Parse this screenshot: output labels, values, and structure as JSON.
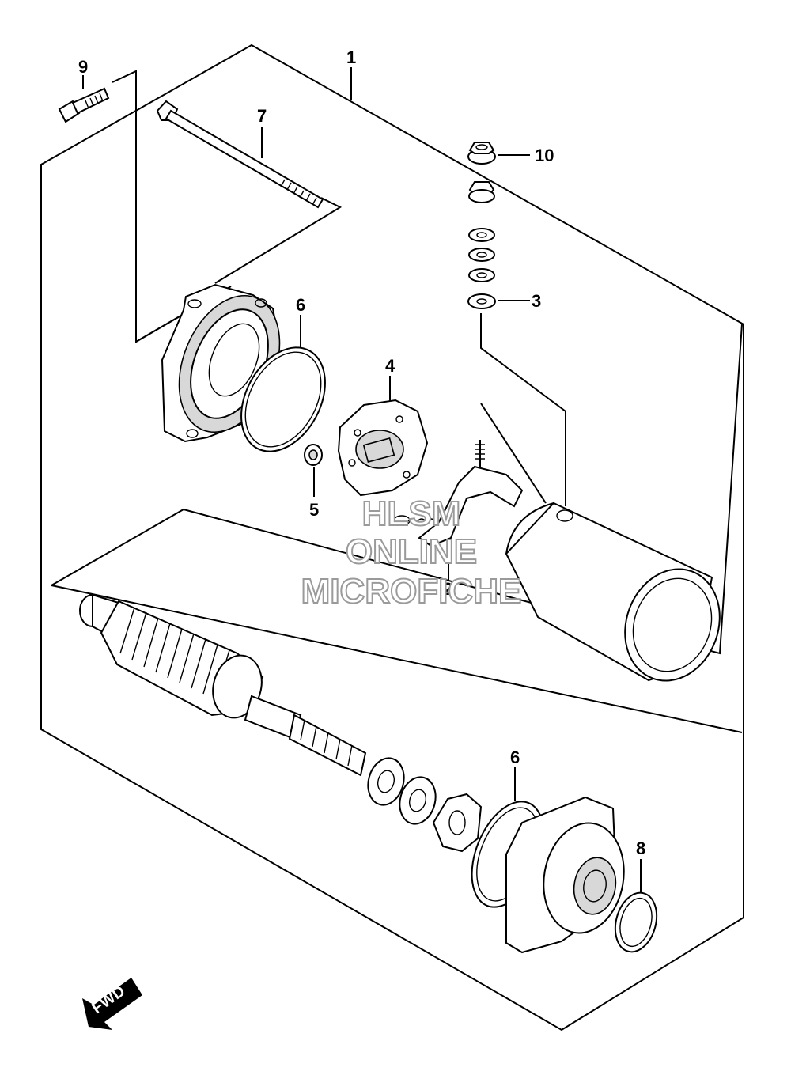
{
  "callouts": [
    {
      "id": "1",
      "label": "1"
    },
    {
      "id": "2",
      "label": "2"
    },
    {
      "id": "3",
      "label": "3"
    },
    {
      "id": "4",
      "label": "4"
    },
    {
      "id": "5",
      "label": "5"
    },
    {
      "id": "6a",
      "label": "6"
    },
    {
      "id": "6b",
      "label": "6"
    },
    {
      "id": "7",
      "label": "7"
    },
    {
      "id": "8",
      "label": "8"
    },
    {
      "id": "9",
      "label": "9"
    },
    {
      "id": "10",
      "label": "10"
    }
  ],
  "watermark": [
    "HLSM",
    "ONLINE",
    "MICROFICHE"
  ],
  "fwd_label": "FWD"
}
